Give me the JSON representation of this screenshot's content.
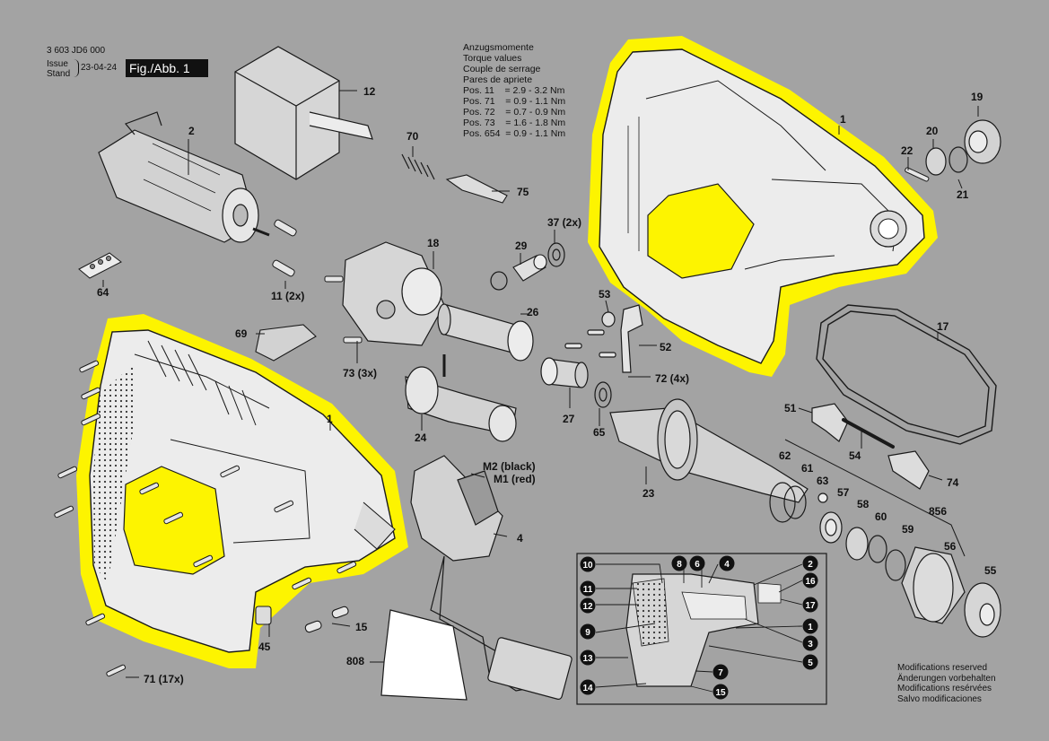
{
  "document": {
    "number": "3 603 JD6 000",
    "issue_label_1": "Issue",
    "issue_label_2": "Stand",
    "issue_date": "23-04-24",
    "figure": "Fig./Abb. 1"
  },
  "torque": {
    "titles": [
      "Anzugsmomente",
      "Torque values",
      "Couple de serrage",
      "Pares de apriete"
    ],
    "rows": [
      "Pos. 11    = 2.9 - 3.2 Nm",
      "Pos. 71    = 0.9 - 1.1 Nm",
      "Pos. 72    = 0.7 - 0.9 Nm",
      "Pos. 73    = 1.6 - 1.8 Nm",
      "Pos. 654  = 0.9 - 1.1 Nm"
    ]
  },
  "part_labels": {
    "p12": "12",
    "p2": "2",
    "p70": "70",
    "p75": "75",
    "p37": "37 (2x)",
    "p29": "29",
    "p18": "18",
    "p64": "64",
    "p11": "11 (2x)",
    "p69": "69",
    "p73": "73 (3x)",
    "p26": "26",
    "p53": "53",
    "p52": "52",
    "p72": "72 (4x)",
    "p27": "27",
    "p65": "65",
    "p24": "24",
    "p23": "23",
    "p1a": "1",
    "p1b": "1",
    "p19": "19",
    "p20": "20",
    "p22": "22",
    "p21": "21",
    "p17": "17",
    "p51": "51",
    "p54": "54",
    "p74": "74",
    "p62": "62",
    "p61": "61",
    "p63": "63",
    "p57": "57",
    "p58": "58",
    "p60": "60",
    "p856": "856",
    "p59": "59",
    "p56": "56",
    "p55": "55",
    "pM2": "M2 (black)",
    "pM1": "M1 (red)",
    "p4": "4",
    "p15": "15",
    "p45": "45",
    "p71": "71 (17x)",
    "p808": "808"
  },
  "callouts": {
    "c10": "10",
    "c8": "8",
    "c6": "6",
    "c4": "4",
    "c2": "2",
    "c16": "16",
    "c17": "17",
    "c11": "11",
    "c12": "12",
    "c9": "9",
    "c13": "13",
    "c14": "14",
    "c1": "1",
    "c3": "3",
    "c5": "5",
    "c7": "7",
    "c15": "15"
  },
  "modifications": [
    "Modifications reserved",
    "Änderungen vorbehalten",
    "Modifications resérvées",
    "Salvo modificaciones"
  ],
  "colors": {
    "background": "#a3a3a3",
    "highlight": "#fdf400",
    "line": "#1a1a1a",
    "part_fill": "#c9c9c9"
  }
}
